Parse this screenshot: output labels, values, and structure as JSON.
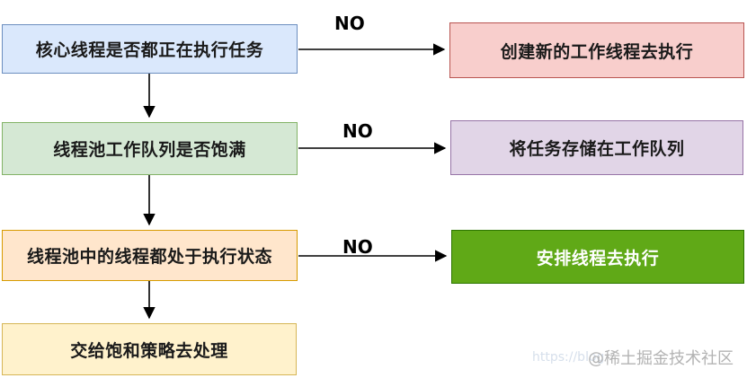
{
  "diagram": {
    "type": "flowchart",
    "topic": "thread-pool task submission flow",
    "nodes": [
      {
        "id": "q1",
        "label": "核心线程是否都正在执行任务",
        "fill": "#dae8fc",
        "border": "#6c8ebf"
      },
      {
        "id": "q2",
        "label": "线程池工作队列是否饱满",
        "fill": "#d5e8d4",
        "border": "#82b366"
      },
      {
        "id": "q3",
        "label": "线程池中的线程都处于执行状态",
        "fill": "#ffe6cc",
        "border": "#d79b00"
      },
      {
        "id": "q4",
        "label": "交给饱和策略去处理",
        "fill": "#fff2cc",
        "border": "#d6b656"
      },
      {
        "id": "a1",
        "label": "创建新的工作线程去执行",
        "fill": "#f8cecc",
        "border": "#b85450"
      },
      {
        "id": "a2",
        "label": "将任务存储在工作队列",
        "fill": "#e1d5e7",
        "border": "#9673a6"
      },
      {
        "id": "a3",
        "label": "安排线程去执行",
        "fill": "#60a917",
        "border": "#2d7600",
        "text_color": "#ffffff"
      }
    ],
    "edges": [
      {
        "from": "q1",
        "to": "a1",
        "label": "NO"
      },
      {
        "from": "q2",
        "to": "a2",
        "label": "NO"
      },
      {
        "from": "q3",
        "to": "a3",
        "label": "NO"
      },
      {
        "from": "q1",
        "to": "q2",
        "label": ""
      },
      {
        "from": "q2",
        "to": "q3",
        "label": ""
      },
      {
        "from": "q3",
        "to": "q4",
        "label": ""
      }
    ],
    "arrow_color": "#000000"
  },
  "watermark": {
    "handle": "@稀土掘金技术社区",
    "url_fragment": "https://blog",
    "handle_color": "#b3b3b3",
    "url_color": "#cfdae8"
  }
}
